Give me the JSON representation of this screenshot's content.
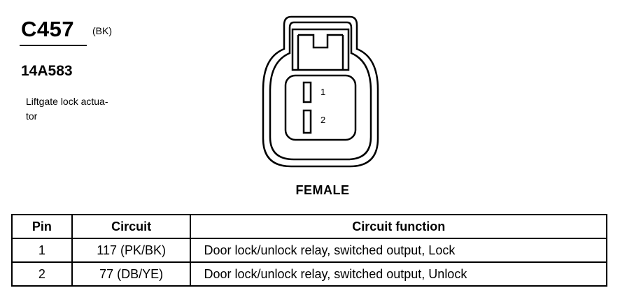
{
  "connector": {
    "id": "C457",
    "color": "(BK)",
    "part_number": "14A583",
    "description": "Liftgate lock actua-\ntor"
  },
  "diagram": {
    "pin_labels": [
      "1",
      "2"
    ],
    "view": "FEMALE"
  },
  "table": {
    "headers": [
      "Pin",
      "Circuit",
      "Circuit function"
    ],
    "rows": [
      [
        "1",
        "117 (PK/BK)",
        "Door lock/unlock relay, switched output, Lock"
      ],
      [
        "2",
        "77 (DB/YE)",
        "Door lock/unlock relay, switched output, Unlock"
      ]
    ]
  }
}
